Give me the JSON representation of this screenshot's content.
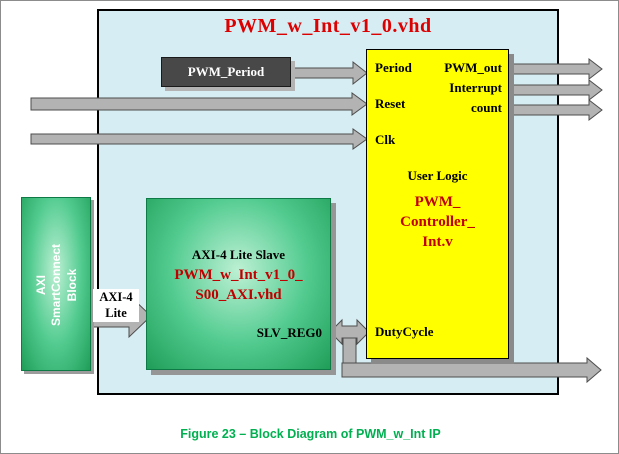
{
  "title": "PWM_w_Int_v1_0.vhd",
  "caption": "Figure 23 – Block Diagram of PWM_w_Int IP",
  "blocks": {
    "pwm_period": {
      "label": "PWM_Period"
    },
    "smartconnect": {
      "line1": "AXI",
      "line2": "SmartConnect",
      "line3": "Block"
    },
    "axi_bus_label": {
      "line1": "AXI-4",
      "line2": "Lite"
    },
    "axi_slave": {
      "heading": "AXI-4 Lite Slave",
      "file_line1": "PWM_w_Int_v1_0_",
      "file_line2": "S00_AXI.vhd",
      "register": "SLV_REG0"
    },
    "pwm_controller": {
      "port_period": "Period",
      "port_reset": "Reset",
      "port_clk": "Clk",
      "port_pwm_out": "PWM_out",
      "port_interrupt": "Interrupt",
      "port_count": "count",
      "subtitle": "User Logic",
      "module_line1": "PWM_",
      "module_line2": "Controller_",
      "module_line3": "Int.v",
      "port_dutycycle": "DutyCycle"
    }
  },
  "colors": {
    "diagram_background": "#d7edf4",
    "pwm_block_fill": "#ffff00",
    "green_block_fill": "#3fc084",
    "period_box_fill": "#484848",
    "arrow_fill": "#b3b3b3",
    "title_red": "#dd0000",
    "module_red": "#c00000",
    "caption_green": "#00b050"
  }
}
